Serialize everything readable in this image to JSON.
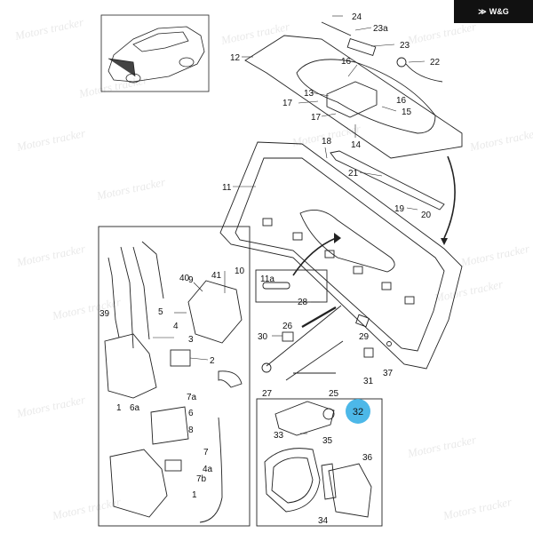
{
  "brand": {
    "logo_mark": "≫",
    "text": "W&G"
  },
  "watermark_text": "Motors tracker",
  "callout": {
    "label": "32",
    "color": "#4db8e8"
  },
  "part_labels": {
    "p24": "24",
    "p23a": "23a",
    "p23": "23",
    "p22": "22",
    "p12": "12",
    "p16a": "16",
    "p16b": "16",
    "p13": "13",
    "p15": "15",
    "p17a": "17",
    "p17b": "17",
    "p14": "14",
    "p18": "18",
    "p21": "21",
    "p11": "11",
    "p19": "19",
    "p20": "20",
    "p9": "9",
    "p10": "10",
    "p41": "41",
    "p40": "40",
    "p5": "5",
    "p39": "39",
    "p4": "4",
    "p3": "3",
    "p2": "2",
    "p7a": "7a",
    "p1a": "1",
    "p6a": "6a",
    "p6": "6",
    "p8": "8",
    "p7": "7",
    "p4a": "4a",
    "p7b": "7b",
    "p1b": "1",
    "p11a": "11a",
    "p28": "28",
    "p26": "26",
    "p30": "30",
    "p29": "29",
    "p31": "31",
    "p37": "37",
    "p27": "27",
    "p25": "25",
    "p33": "33",
    "p35": "35",
    "p36": "36",
    "p34": "34"
  }
}
